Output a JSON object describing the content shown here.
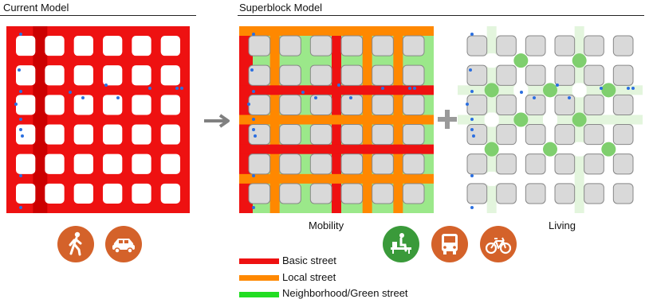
{
  "headers": {
    "current": "Current Model",
    "superblock": "Superblock Model"
  },
  "captions": {
    "mobility": "Mobility",
    "living": "Living"
  },
  "icons": {
    "current": [
      "pedestrian-icon",
      "car-icon"
    ],
    "living": [
      "bench-icon",
      "bus-icon",
      "bicycle-icon"
    ]
  },
  "legend": [
    {
      "label": "Basic street",
      "color": "#ee1111"
    },
    {
      "label": "Local street",
      "color": "#ff8800"
    },
    {
      "label": "Neighborhood/Green street",
      "color": "#22dd22"
    }
  ],
  "colors": {
    "basic": "#ee1111",
    "local": "#ff8800",
    "green": "#9be88a",
    "block": "#d9d9d9",
    "icon_current": "#d4622a",
    "icon_bench": "#3a9a3a",
    "icon_transport": "#d4622a",
    "arrow": "#808080",
    "dot": "#2b6fe0"
  }
}
